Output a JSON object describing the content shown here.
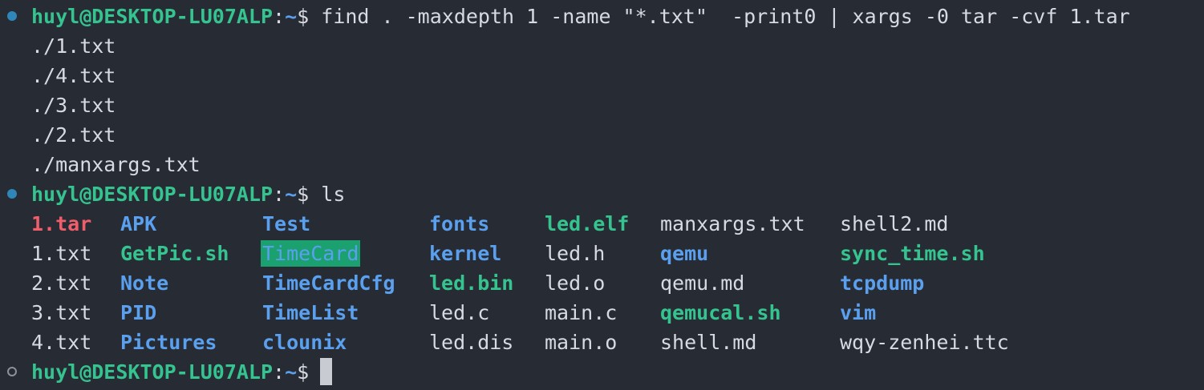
{
  "prompt": {
    "user_host": "huyl@DESKTOP-LU07ALP",
    "colon": ":",
    "path": "~",
    "dollar": "$"
  },
  "commands": {
    "find": " find . -maxdepth 1 -name \"*.txt\"  -print0 | xargs -0 tar -cvf 1.tar",
    "ls": " ls"
  },
  "find_output": [
    "./1.txt",
    "./4.txt",
    "./3.txt",
    "./2.txt",
    "./manxargs.txt"
  ],
  "ls_columns": [
    [
      "1.tar",
      "1.txt",
      "2.txt",
      "3.txt",
      "4.txt"
    ],
    [
      "APK",
      "GetPic.sh",
      "Note",
      "PID",
      "Pictures"
    ],
    [
      "Test",
      "TimeCard",
      "TimeCardCfg",
      "TimeList",
      "clounix"
    ],
    [
      "fonts",
      "kernel",
      "led.bin",
      "led.c",
      "led.dis"
    ],
    [
      "led.elf",
      "led.h",
      "led.o",
      "main.c",
      "main.o"
    ],
    [
      "manxargs.txt",
      "qemu",
      "qemu.md",
      "qemucal.sh",
      "shell.md"
    ],
    [
      "shell2.md",
      "sync_time.sh",
      "tcpdump",
      "vim",
      "wqy-zenhei.ttc"
    ]
  ],
  "colors": {
    "background": "#272b34",
    "text": "#d7dae0",
    "prompt_user": "#35c48f",
    "prompt_path": "#5aa0ee",
    "directory": "#5aa0ee",
    "executable": "#35c48f",
    "archive": "#f05e6b",
    "sticky_dir_bg": "#1ba16f"
  }
}
